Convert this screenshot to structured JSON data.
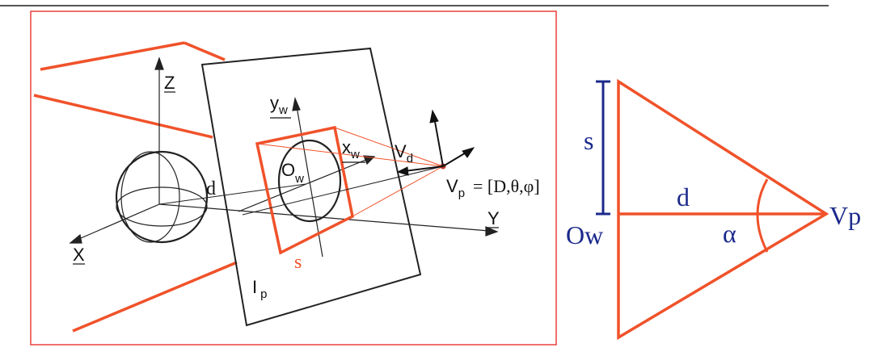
{
  "left_diagram": {
    "axis_z": "Z",
    "axis_x": "X",
    "axis_y": "Y",
    "axis_yw_base": "y",
    "axis_yw_sub": "w",
    "axis_xw_base": "x",
    "axis_xw_sub": "w",
    "vector_vd_base": "V",
    "vector_vd_sub": "d",
    "origin_ow_base": "O",
    "origin_ow_sub": "w",
    "distance_label": "d",
    "size_label": "s",
    "plane_label_base": "I",
    "plane_label_sub": "p",
    "viewpoint_base": "V",
    "viewpoint_sub": "p",
    "viewpoint_formula": "= [D,θ,φ]"
  },
  "right_diagram": {
    "size_label": "s",
    "distance_label": "d",
    "angle_label": "α",
    "origin_label": "Ow",
    "viewpoint_label": "Vp"
  },
  "colors": {
    "accent_red": "#f0522a",
    "frame_red": "#e8403a",
    "label_blue": "#1c2a8c",
    "ink": "#111111"
  }
}
